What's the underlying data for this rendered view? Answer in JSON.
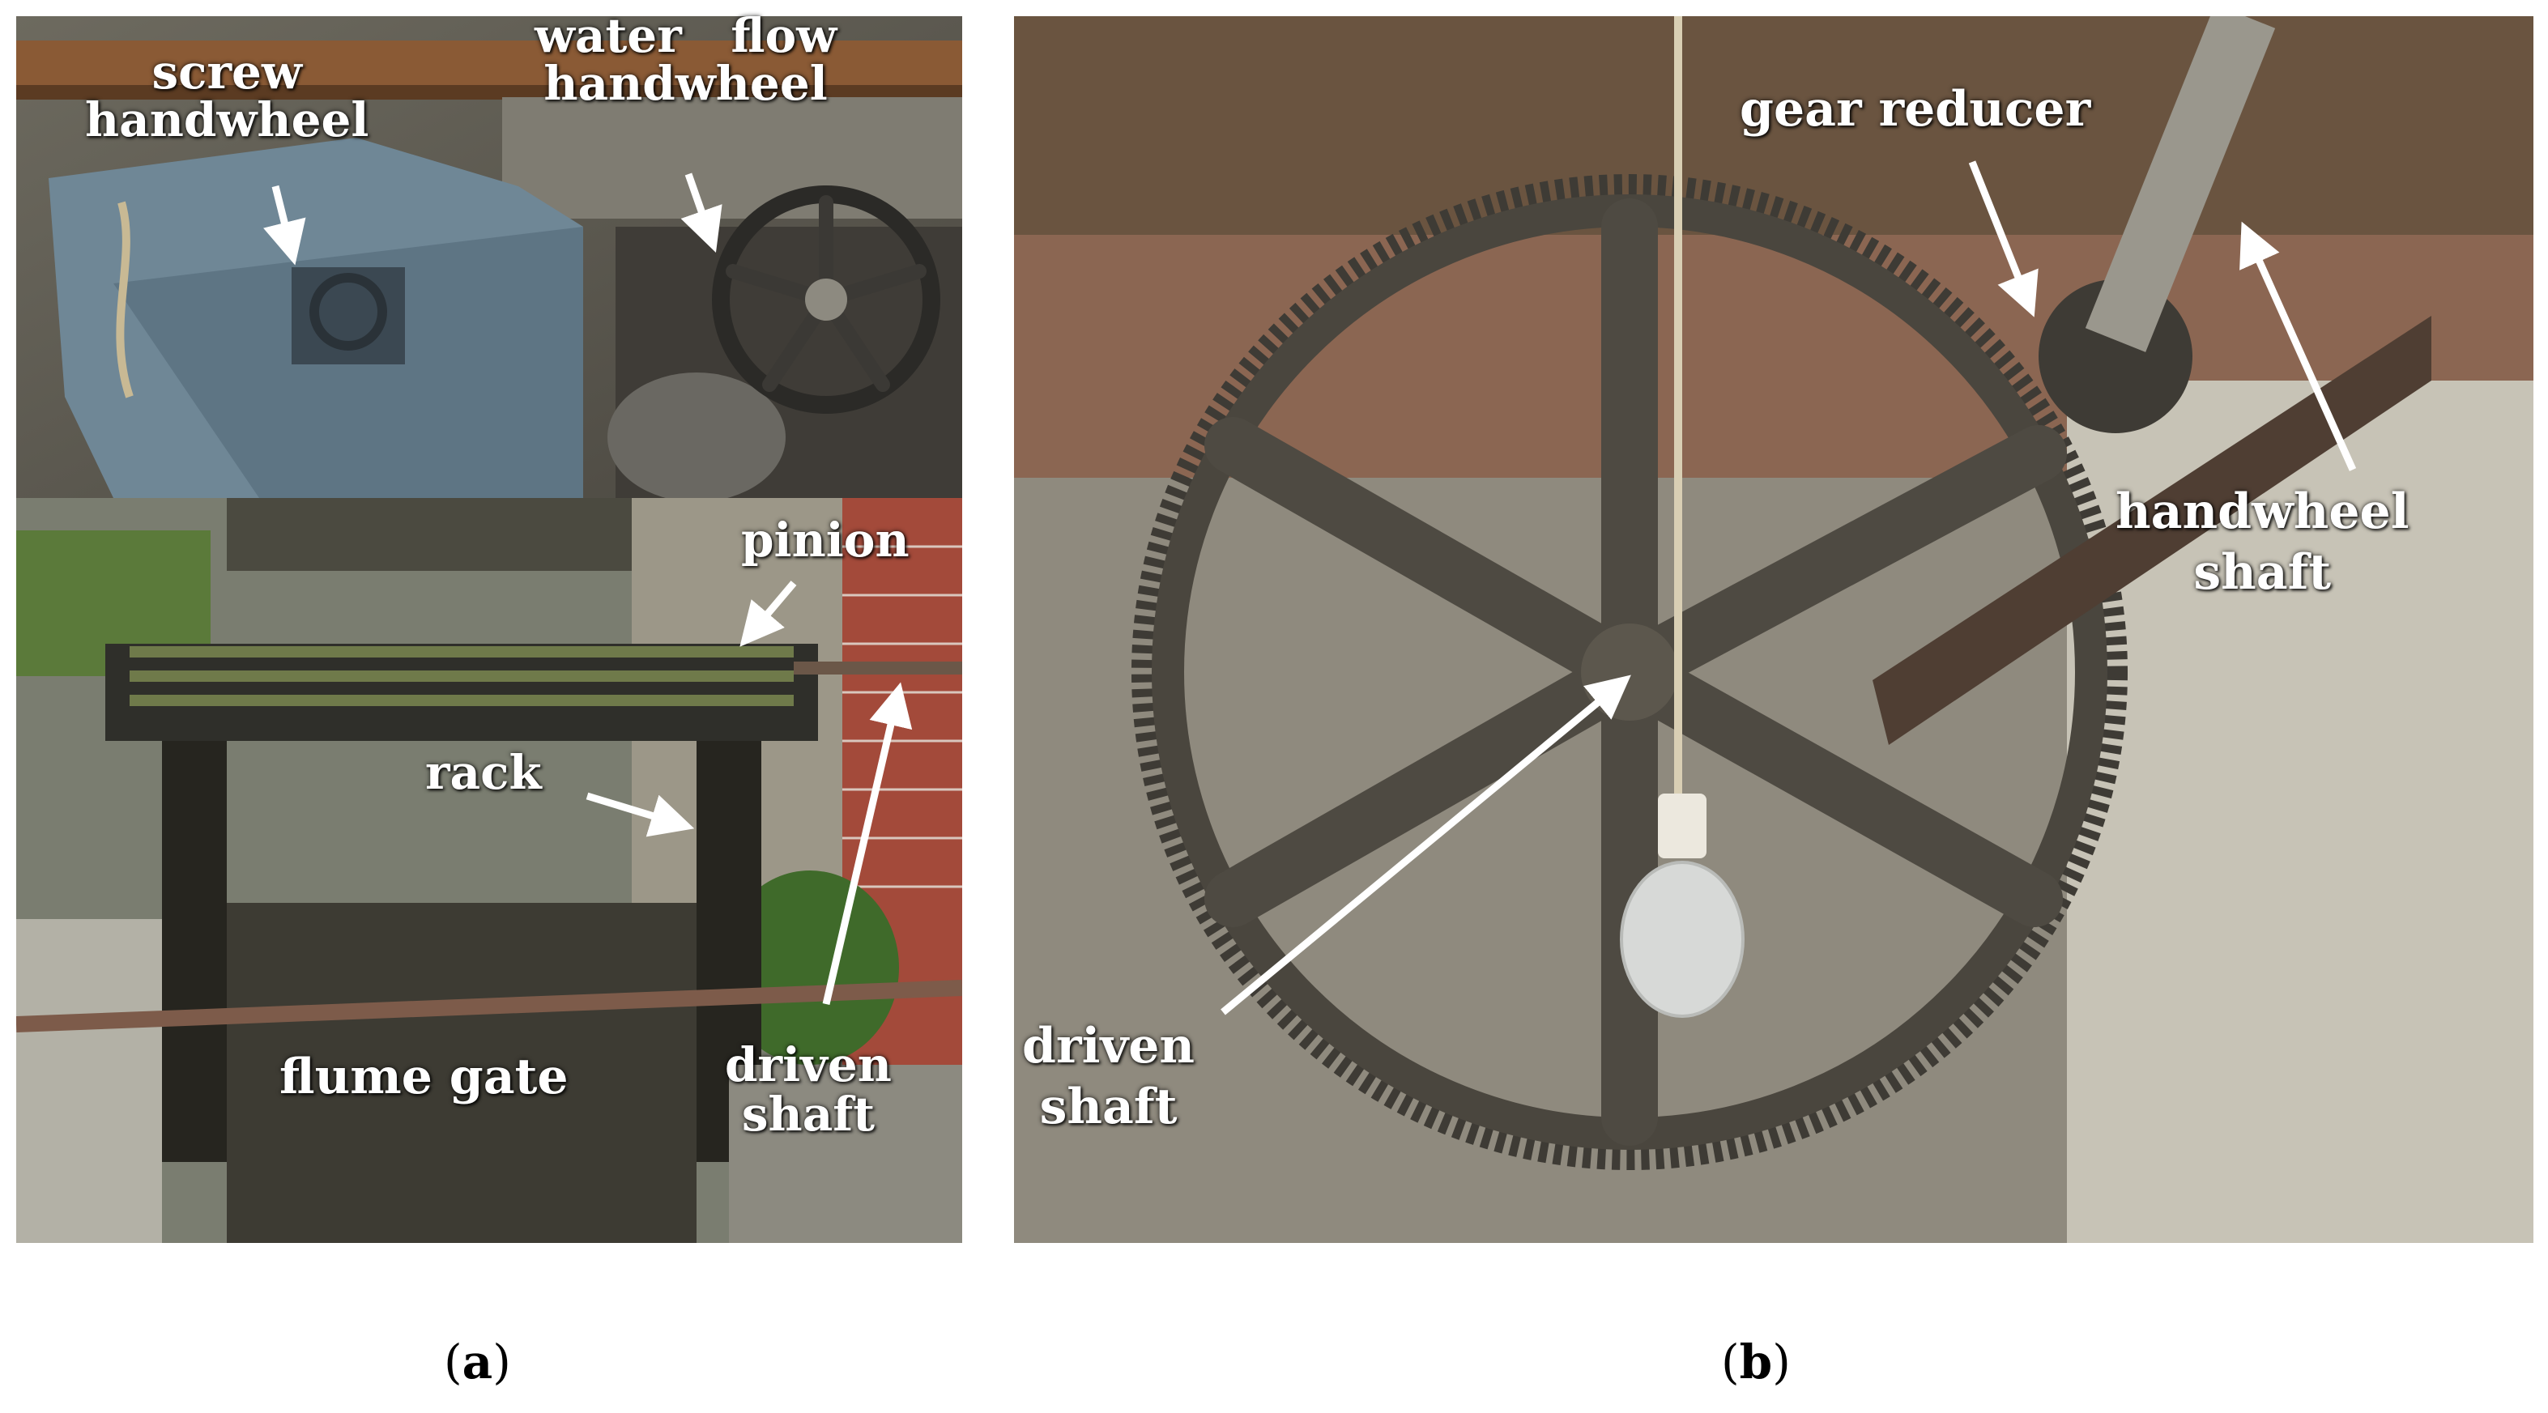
{
  "panel_a": {
    "top_labels": {
      "screw_handwheel": "screw\nhandwheel",
      "water_flow_handwheel": "water   flow\nhandwheel"
    },
    "bottom_labels": {
      "pinion": "pinion",
      "rack": "rack",
      "driven_shaft": "driven\nshaft",
      "flume_gate": "flume gate"
    }
  },
  "panel_b": {
    "labels": {
      "gear_reducer": "gear reducer",
      "handwheel_shaft": "handwheel\nshaft",
      "driven_shaft": "driven\nshaft"
    }
  },
  "captions": {
    "a": {
      "open": "(",
      "letter": "a",
      "close": ")"
    },
    "b": {
      "open": "(",
      "letter": "b",
      "close": ")"
    }
  }
}
